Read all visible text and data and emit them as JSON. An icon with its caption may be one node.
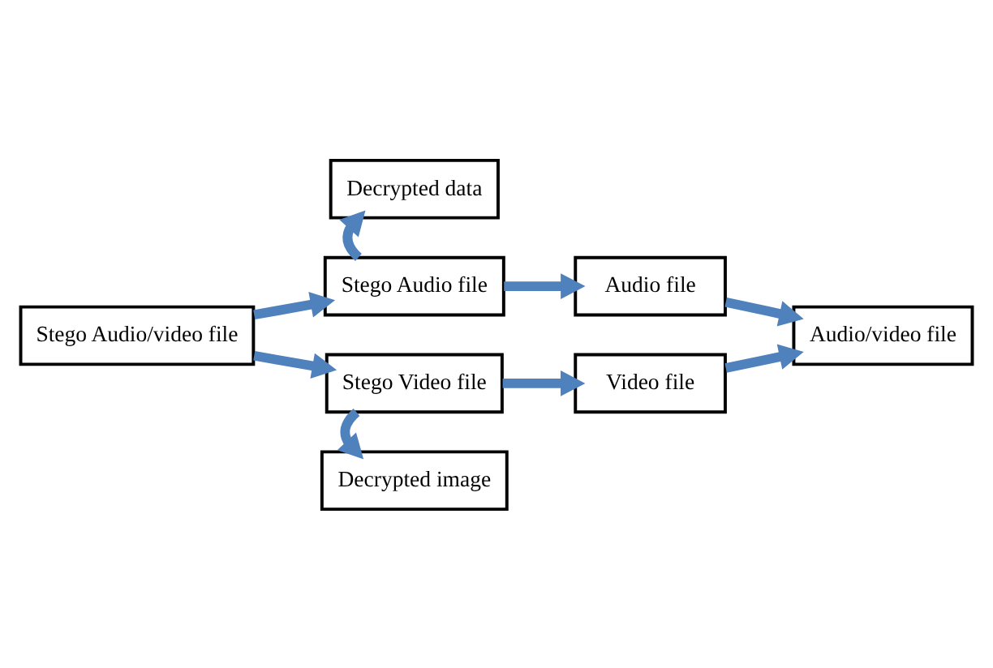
{
  "diagram": {
    "nodes": [
      {
        "text": [
          "Stego Audio/video file"
        ]
      },
      {
        "text": [
          "Decrypted data"
        ]
      },
      {
        "text": [
          "Stego Audio file"
        ]
      },
      {
        "text": [
          "Audio file"
        ]
      },
      {
        "text": [
          "Audio/video file"
        ]
      },
      {
        "text": [
          "Stego Video file"
        ]
      },
      {
        "text": [
          "Video file"
        ]
      },
      {
        "text": [
          "Decrypted image"
        ]
      }
    ],
    "edges": [
      {
        "from": 0,
        "to": 2,
        "arrow": "to"
      },
      {
        "from": 0,
        "to": 5,
        "arrow": "to"
      },
      {
        "from": 2,
        "to": 1,
        "arrow": "to"
      },
      {
        "from": 2,
        "to": 3,
        "arrow": "to"
      },
      {
        "from": 3,
        "to": 4,
        "arrow": "to"
      },
      {
        "from": 5,
        "to": 6,
        "arrow": "to"
      },
      {
        "from": 6,
        "to": 4,
        "arrow": "to"
      },
      {
        "from": 5,
        "to": 7,
        "arrow": "to"
      }
    ]
  }
}
